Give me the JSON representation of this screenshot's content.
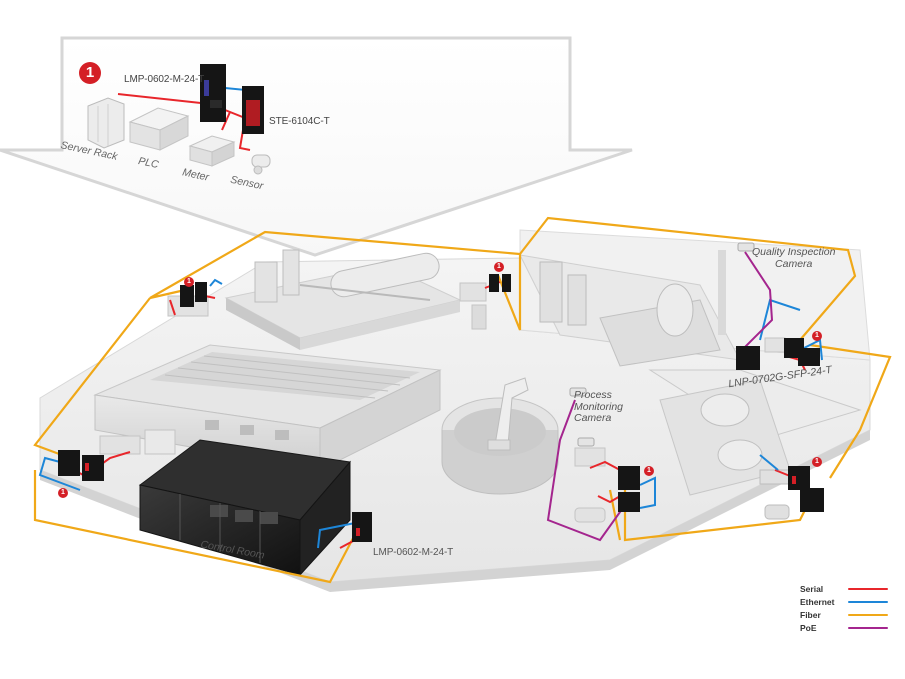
{
  "callout": {
    "number": "1",
    "labels": {
      "switch_top": "LMP-0602-M-24-T",
      "converter": "STE-6104C-T",
      "server_rack": "Server Rack",
      "plc": "PLC",
      "meter": "Meter",
      "sensor": "Sensor"
    }
  },
  "scene": {
    "labels": {
      "quality_camera": "Quality Inspection\nCamera",
      "process_camera": "Process\nMonitoring\nCamera",
      "switch_right": "LNP-0702G-SFP-24-T",
      "control_room": "Control Room",
      "switch_bottom": "LMP-0602-M-24-T"
    },
    "badge_text": "1"
  },
  "legend": {
    "items": [
      {
        "name": "Serial",
        "color": "#e8262b"
      },
      {
        "name": "Ethernet",
        "color": "#1d86d8"
      },
      {
        "name": "Fiber",
        "color": "#f0a818"
      },
      {
        "name": "PoE",
        "color": "#a4258e"
      }
    ]
  },
  "colors": {
    "serial": "#e8262b",
    "ethernet": "#1d86d8",
    "fiber": "#f0a818",
    "poe": "#a4258e",
    "badge": "#d41f26"
  }
}
